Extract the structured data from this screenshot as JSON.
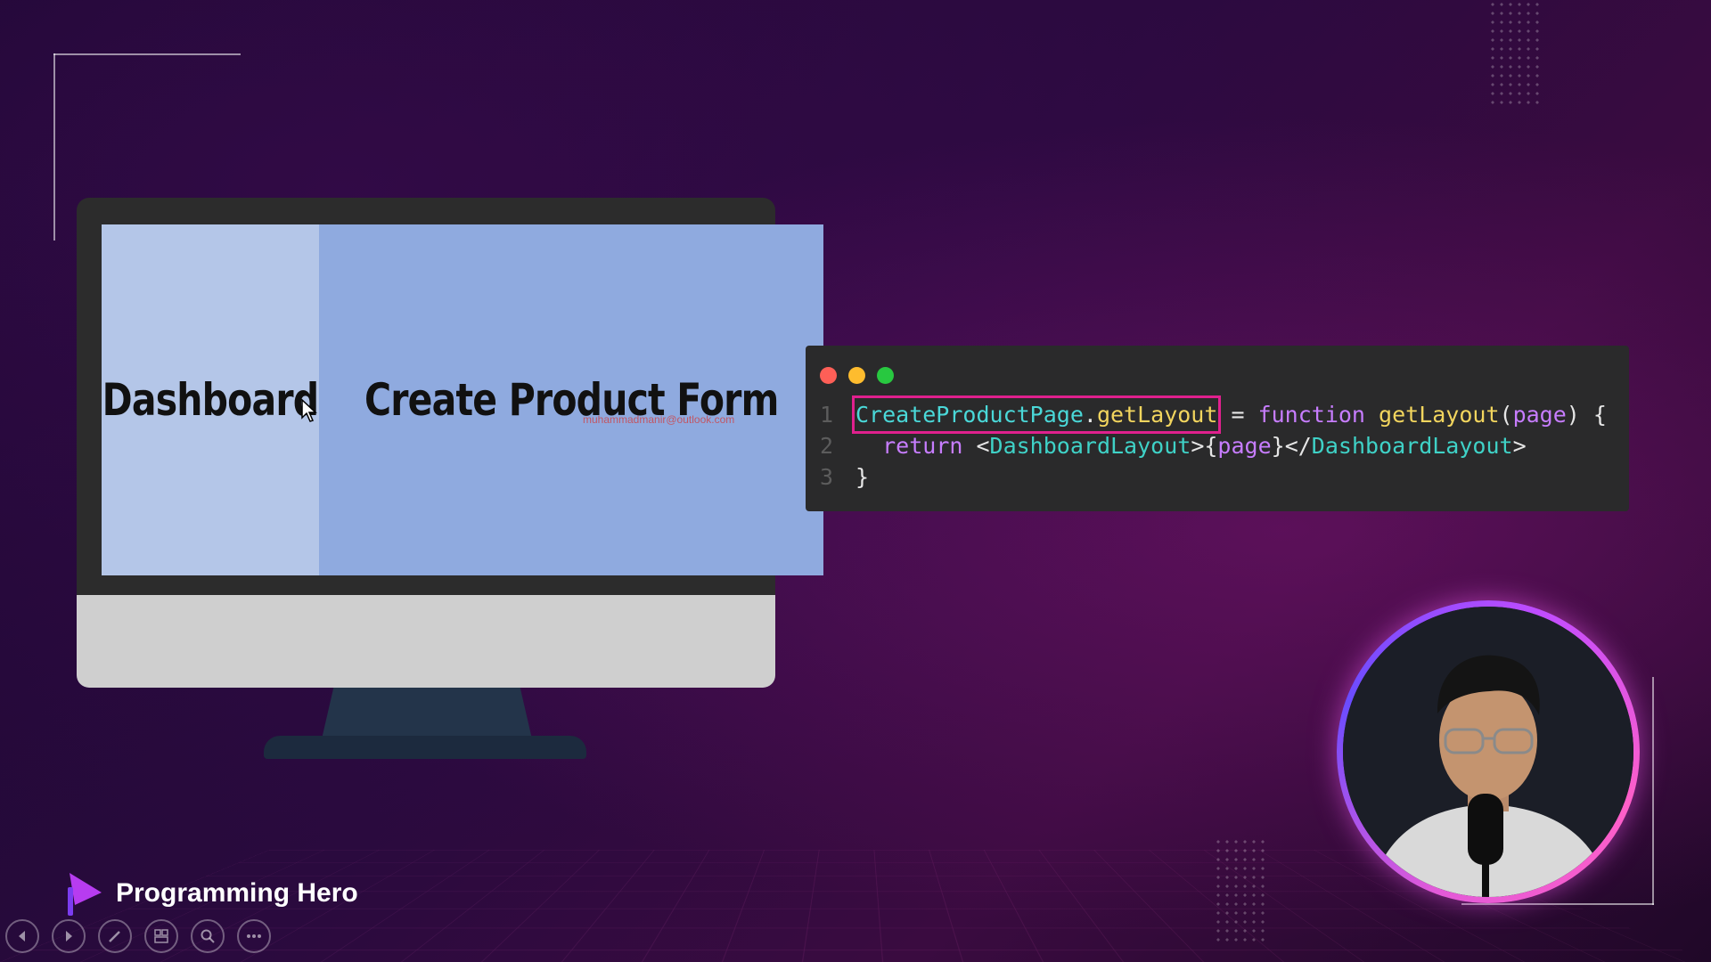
{
  "monitor": {
    "left_pane_label": "Dashboard",
    "right_pane_label": "Create Product Form",
    "watermark_text": "muhammadmanir@outlook.com"
  },
  "code_window": {
    "line_numbers": [
      "1",
      "2",
      "3"
    ],
    "line1": {
      "highlighted": "CreateProductPage.getLayout",
      "obj": "CreateProductPage",
      "dot": ".",
      "prop": "getLayout",
      "eq": " = ",
      "kw": "function",
      "fn": " getLayout",
      "paren_open": "(",
      "param": "page",
      "paren_close": ") {"
    },
    "line2": {
      "kw": "return",
      "lt": " <",
      "tag_open": "DashboardLayout",
      "gt_brace": ">{",
      "var": "page",
      "close_tag_start": "}</",
      "tag_close": "DashboardLayout",
      "gt": ">"
    },
    "line3": {
      "brace": "}"
    }
  },
  "branding": {
    "logo_text": "Programming Hero"
  },
  "toolbar": {
    "buttons": [
      "previous-icon",
      "next-icon",
      "pen-icon",
      "slides-icon",
      "zoom-icon",
      "more-icon"
    ]
  }
}
